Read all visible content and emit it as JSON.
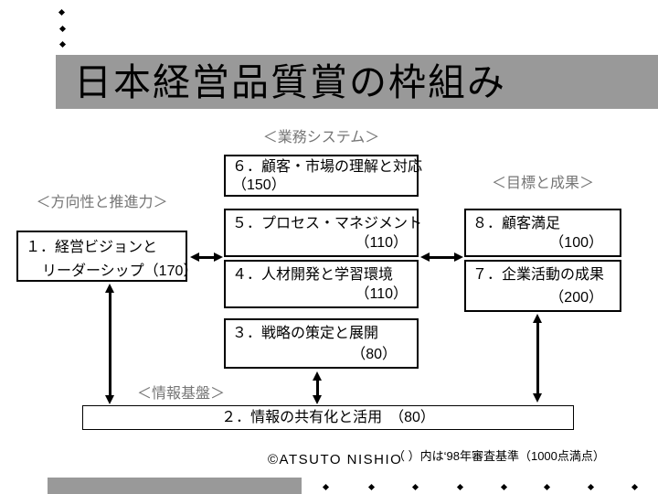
{
  "slide": {
    "title": "日本経営品質賞の枠組み",
    "section_labels": {
      "business_system": "＜業務システム＞",
      "direction_drive": "＜方向性と推進力＞",
      "goals_results": "＜目標と成果＞",
      "info_base": "＜情報基盤＞"
    },
    "boxes": {
      "leadership": {
        "line1": "１．経営ビジョンと",
        "line2": "リーダーシップ（170）"
      },
      "customer_market": {
        "line1": "６．顧客・市場の理解と対応",
        "line2": "（150）"
      },
      "process": {
        "title": "５．プロセス・マネジメント",
        "score": "（110）"
      },
      "hr_development": {
        "title": "４．人材開発と学習環境",
        "score": "（110）"
      },
      "strategy": {
        "title": "３．戦略の策定と展開",
        "score": "（80）"
      },
      "customer_satisfaction": {
        "title": "８．顧客満足",
        "score": "（100）"
      },
      "business_results": {
        "title": "７．企業活動の成果",
        "score": "（200）"
      },
      "info_sharing": {
        "text": "２．情報の共有化と活用　（80）"
      }
    },
    "footer": {
      "copyright": "©ATSUTO NISHIO",
      "note": "（ ）内は‘98年審査基準（1000点満点）"
    },
    "colors": {
      "bar_gray": "#999999",
      "label_gray": "#757575",
      "text_black": "#000000",
      "background": "#ffffff"
    }
  }
}
